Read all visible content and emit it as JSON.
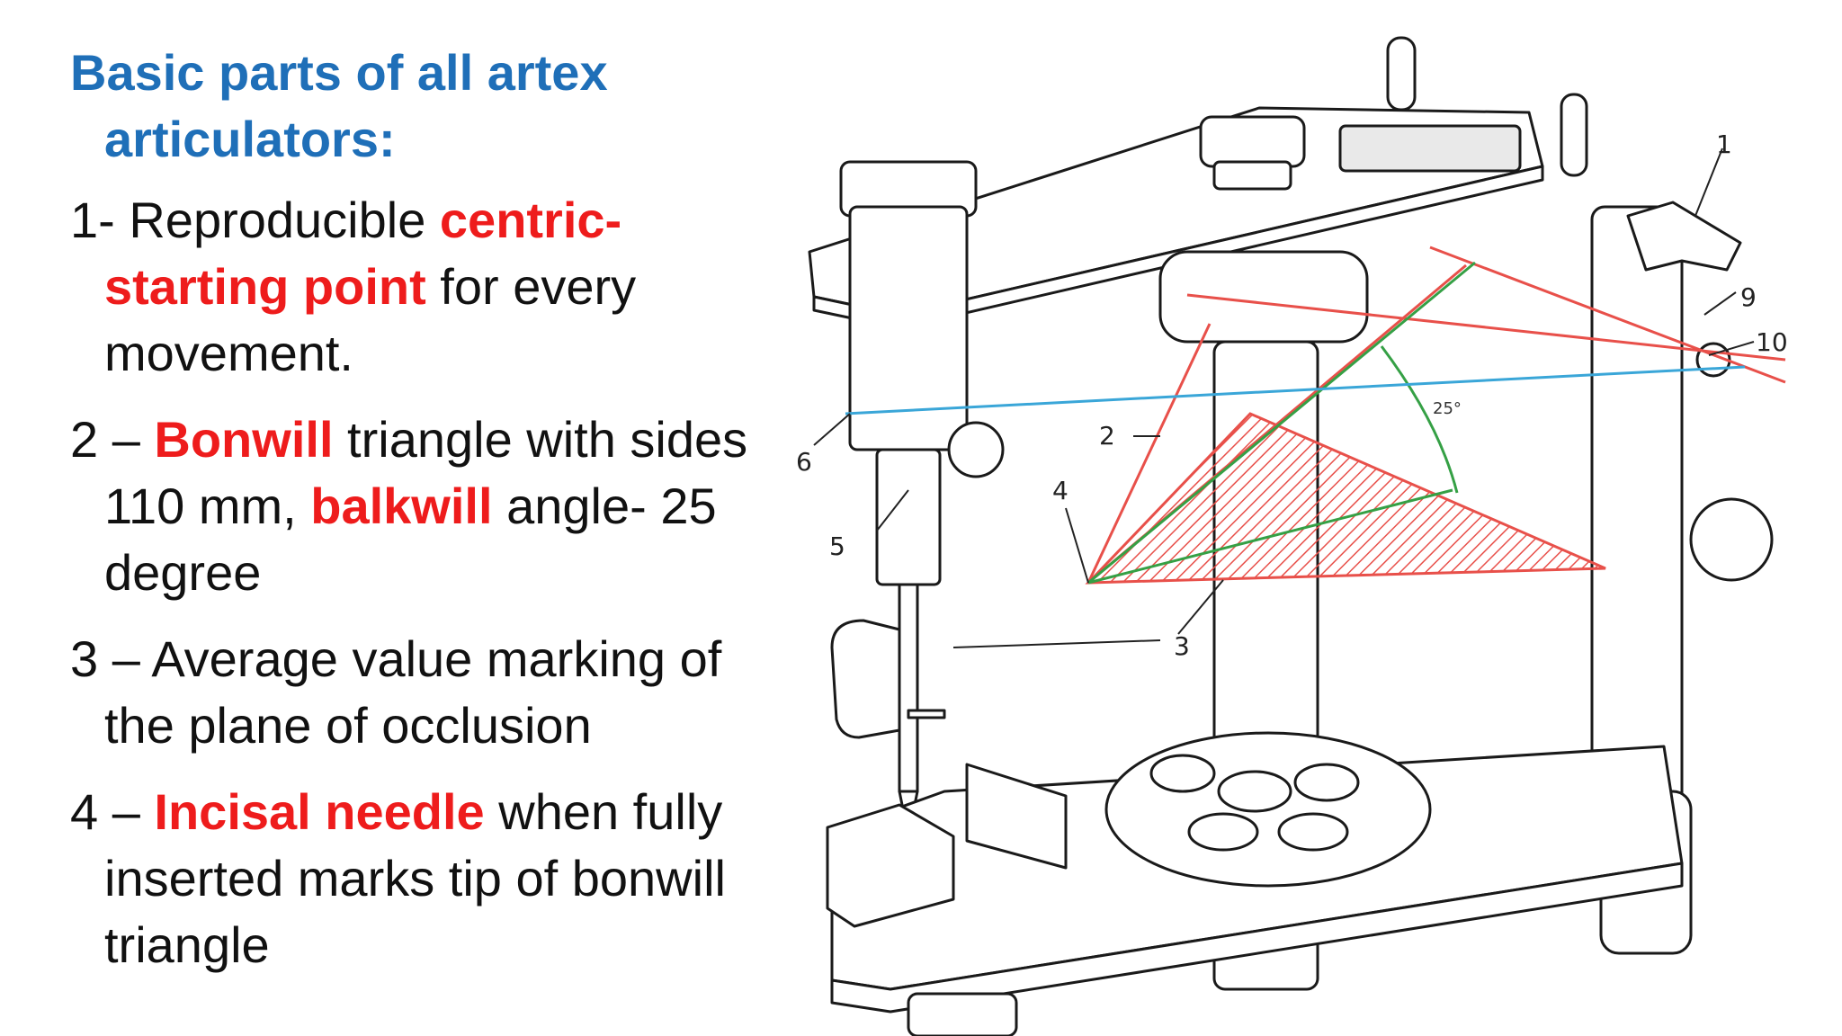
{
  "title": {
    "line1": "Basic parts of all artex",
    "line2": "articulators:"
  },
  "items": [
    {
      "p1": "1- Reproducible ",
      "r1": "centric-starting point",
      "p2": " for every movement."
    },
    {
      "p1": "2 – ",
      "r1": "Bonwill",
      "p2": " triangle with sides 110 mm, ",
      "r2": "balkwill",
      "p3": " angle- 25 degree"
    },
    {
      "p1": "3 – Average value marking of the plane of occlusion"
    },
    {
      "p1": "4 – ",
      "r1": "Incisal needle",
      "p2": " when fully inserted marks tip of bonwill triangle"
    }
  ],
  "figure": {
    "labels": [
      "1",
      "2",
      "3",
      "4",
      "5",
      "6",
      "9",
      "10"
    ],
    "angle_label": "25°",
    "colors": {
      "triangle": "#e8504a",
      "plane": "#35a045",
      "axis": "#3aa6d8"
    }
  }
}
